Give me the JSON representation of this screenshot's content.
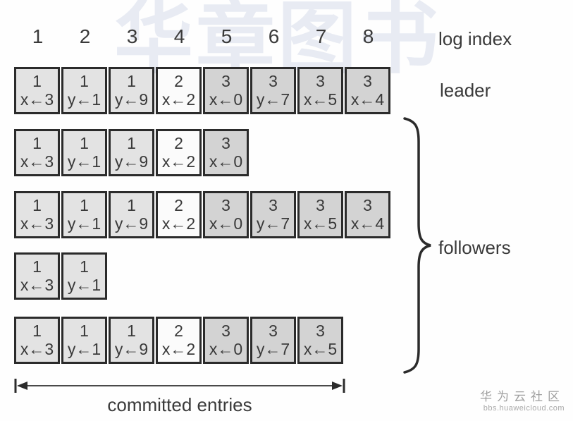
{
  "header": {
    "log_index_label": "log index",
    "indices": [
      "1",
      "2",
      "3",
      "4",
      "5",
      "6",
      "7",
      "8"
    ]
  },
  "labels": {
    "leader": "leader",
    "followers": "followers",
    "committed": "committed entries"
  },
  "leader_log": {
    "entries": [
      {
        "term": "1",
        "command": "x←3"
      },
      {
        "term": "1",
        "command": "y←1"
      },
      {
        "term": "1",
        "command": "y←9"
      },
      {
        "term": "2",
        "command": "x←2"
      },
      {
        "term": "3",
        "command": "x←0"
      },
      {
        "term": "3",
        "command": "y←7"
      },
      {
        "term": "3",
        "command": "x←5"
      },
      {
        "term": "3",
        "command": "x←4"
      }
    ]
  },
  "follower_logs": [
    {
      "entries": [
        {
          "term": "1",
          "command": "x←3"
        },
        {
          "term": "1",
          "command": "y←1"
        },
        {
          "term": "1",
          "command": "y←9"
        },
        {
          "term": "2",
          "command": "x←2"
        },
        {
          "term": "3",
          "command": "x←0"
        }
      ]
    },
    {
      "entries": [
        {
          "term": "1",
          "command": "x←3"
        },
        {
          "term": "1",
          "command": "y←1"
        },
        {
          "term": "1",
          "command": "y←9"
        },
        {
          "term": "2",
          "command": "x←2"
        },
        {
          "term": "3",
          "command": "x←0"
        },
        {
          "term": "3",
          "command": "y←7"
        },
        {
          "term": "3",
          "command": "x←5"
        },
        {
          "term": "3",
          "command": "x←4"
        }
      ]
    },
    {
      "entries": [
        {
          "term": "1",
          "command": "x←3"
        },
        {
          "term": "1",
          "command": "y←1"
        }
      ]
    },
    {
      "entries": [
        {
          "term": "1",
          "command": "x←3"
        },
        {
          "term": "1",
          "command": "y←1"
        },
        {
          "term": "1",
          "command": "y←9"
        },
        {
          "term": "2",
          "command": "x←2"
        },
        {
          "term": "3",
          "command": "x←0"
        },
        {
          "term": "3",
          "command": "y←7"
        },
        {
          "term": "3",
          "command": "x←5"
        }
      ]
    }
  ],
  "watermarks": {
    "top": "华章图书",
    "community": "华为云社区",
    "community_url": "bbs.huaweicloud.com"
  },
  "colors": {
    "term_1_bg": "#e3e3e3",
    "term_2_bg": "#fbfbfb",
    "term_3_bg": "#d3d3d3",
    "cell_border": "#2b2b2b",
    "text": "#3a3a3a",
    "watermark_top": "#e8ebf3",
    "watermark_bottom": "#9e9e9e"
  }
}
